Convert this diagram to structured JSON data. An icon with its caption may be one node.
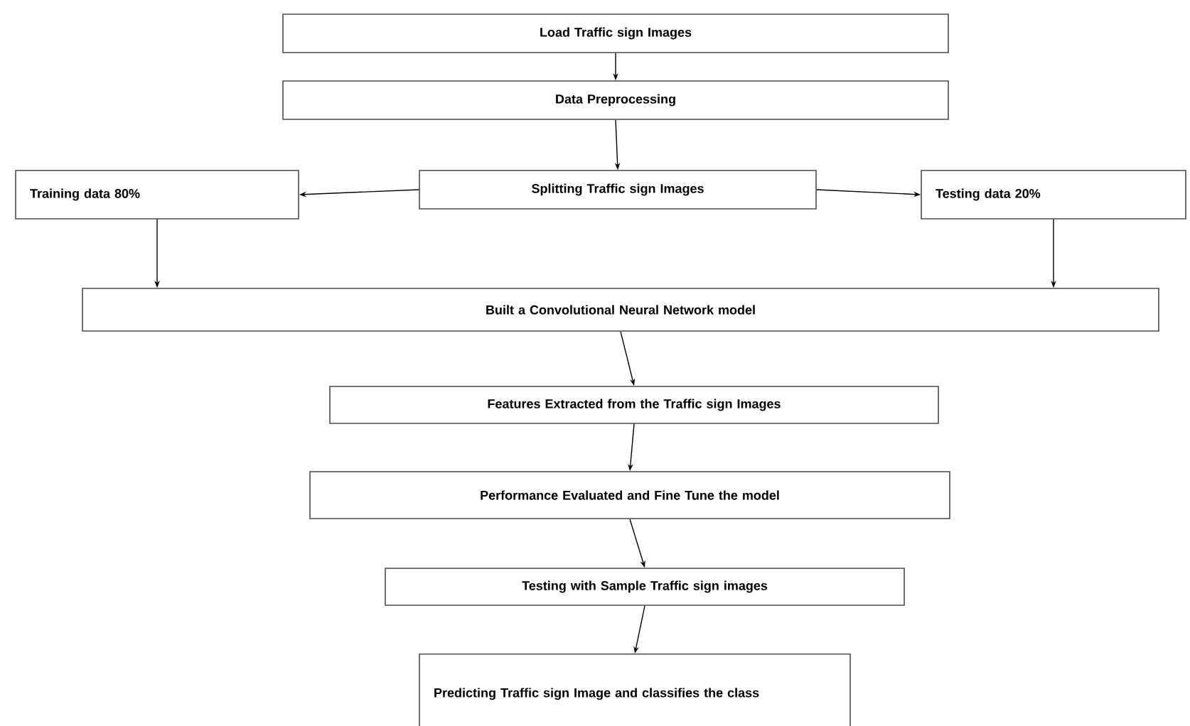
{
  "diagram": {
    "nodes": [
      {
        "text": [
          "Load Traffic sign Images"
        ]
      },
      {
        "text": [
          "Data Preprocessing"
        ]
      },
      {
        "text": [
          "Splitting Traffic sign Images"
        ]
      },
      {
        "text": [
          "Training data  80%"
        ]
      },
      {
        "text": [
          "Testing  data  20%"
        ]
      },
      {
        "text": [
          "Built a Convolutional  Neural Network model"
        ]
      },
      {
        "text": [
          "Features Extracted from the Traffic sign Images"
        ]
      },
      {
        "text": [
          "Performance Evaluated and Fine Tune the model"
        ]
      },
      {
        "text": [
          "Testing with Sample Traffic sign images"
        ]
      },
      {
        "text": [
          "Predicting Traffic sign Image and classifies the class"
        ]
      }
    ],
    "edges": [
      {
        "from": 0,
        "to": 1,
        "arrow": "to"
      },
      {
        "from": 1,
        "to": 2,
        "arrow": "to"
      },
      {
        "from": 2,
        "to": 3,
        "arrow": "to"
      },
      {
        "from": 2,
        "to": 4,
        "arrow": "to"
      },
      {
        "from": 3,
        "to": 5,
        "arrow": "to"
      },
      {
        "from": 4,
        "to": 5,
        "arrow": "to"
      },
      {
        "from": 5,
        "to": 6,
        "arrow": "to"
      },
      {
        "from": 6,
        "to": 7,
        "arrow": "to"
      },
      {
        "from": 7,
        "to": 8,
        "arrow": "to"
      },
      {
        "from": 8,
        "to": 9,
        "arrow": "to"
      }
    ]
  }
}
